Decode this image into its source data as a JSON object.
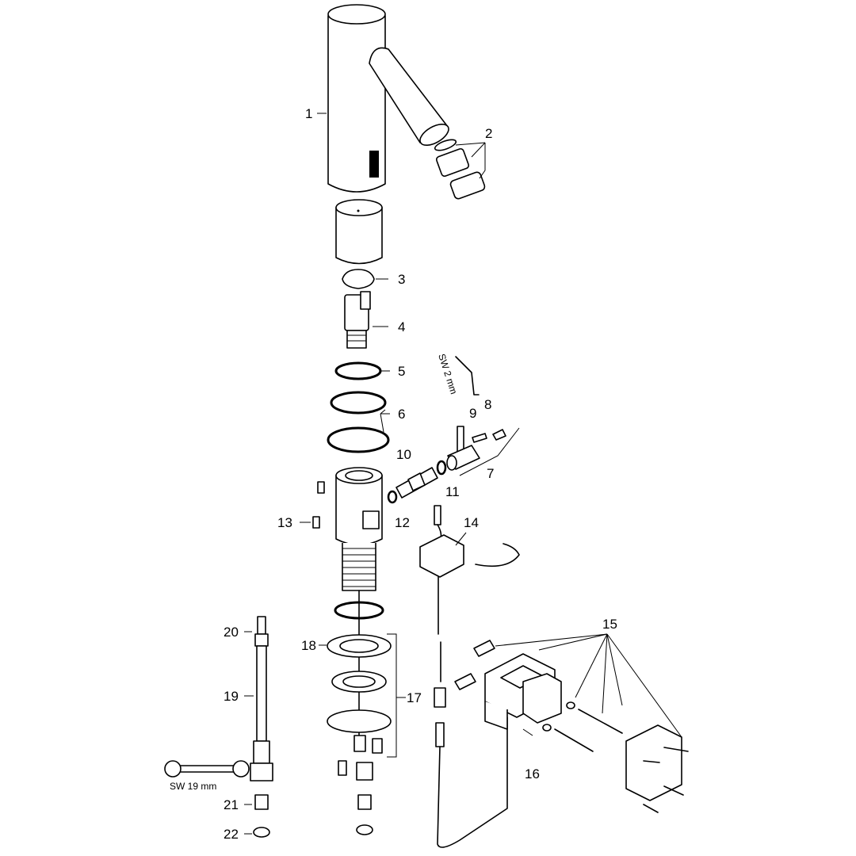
{
  "diagram": {
    "part_labels": [
      "1",
      "2",
      "3",
      "4",
      "5",
      "6",
      "7",
      "8",
      "9",
      "10",
      "11",
      "12",
      "13",
      "14",
      "15",
      "16",
      "17",
      "18",
      "19",
      "20",
      "21",
      "22"
    ],
    "tool_labels": {
      "hex_key": "SW 2 mm",
      "wrench": "SW 19 mm"
    }
  }
}
